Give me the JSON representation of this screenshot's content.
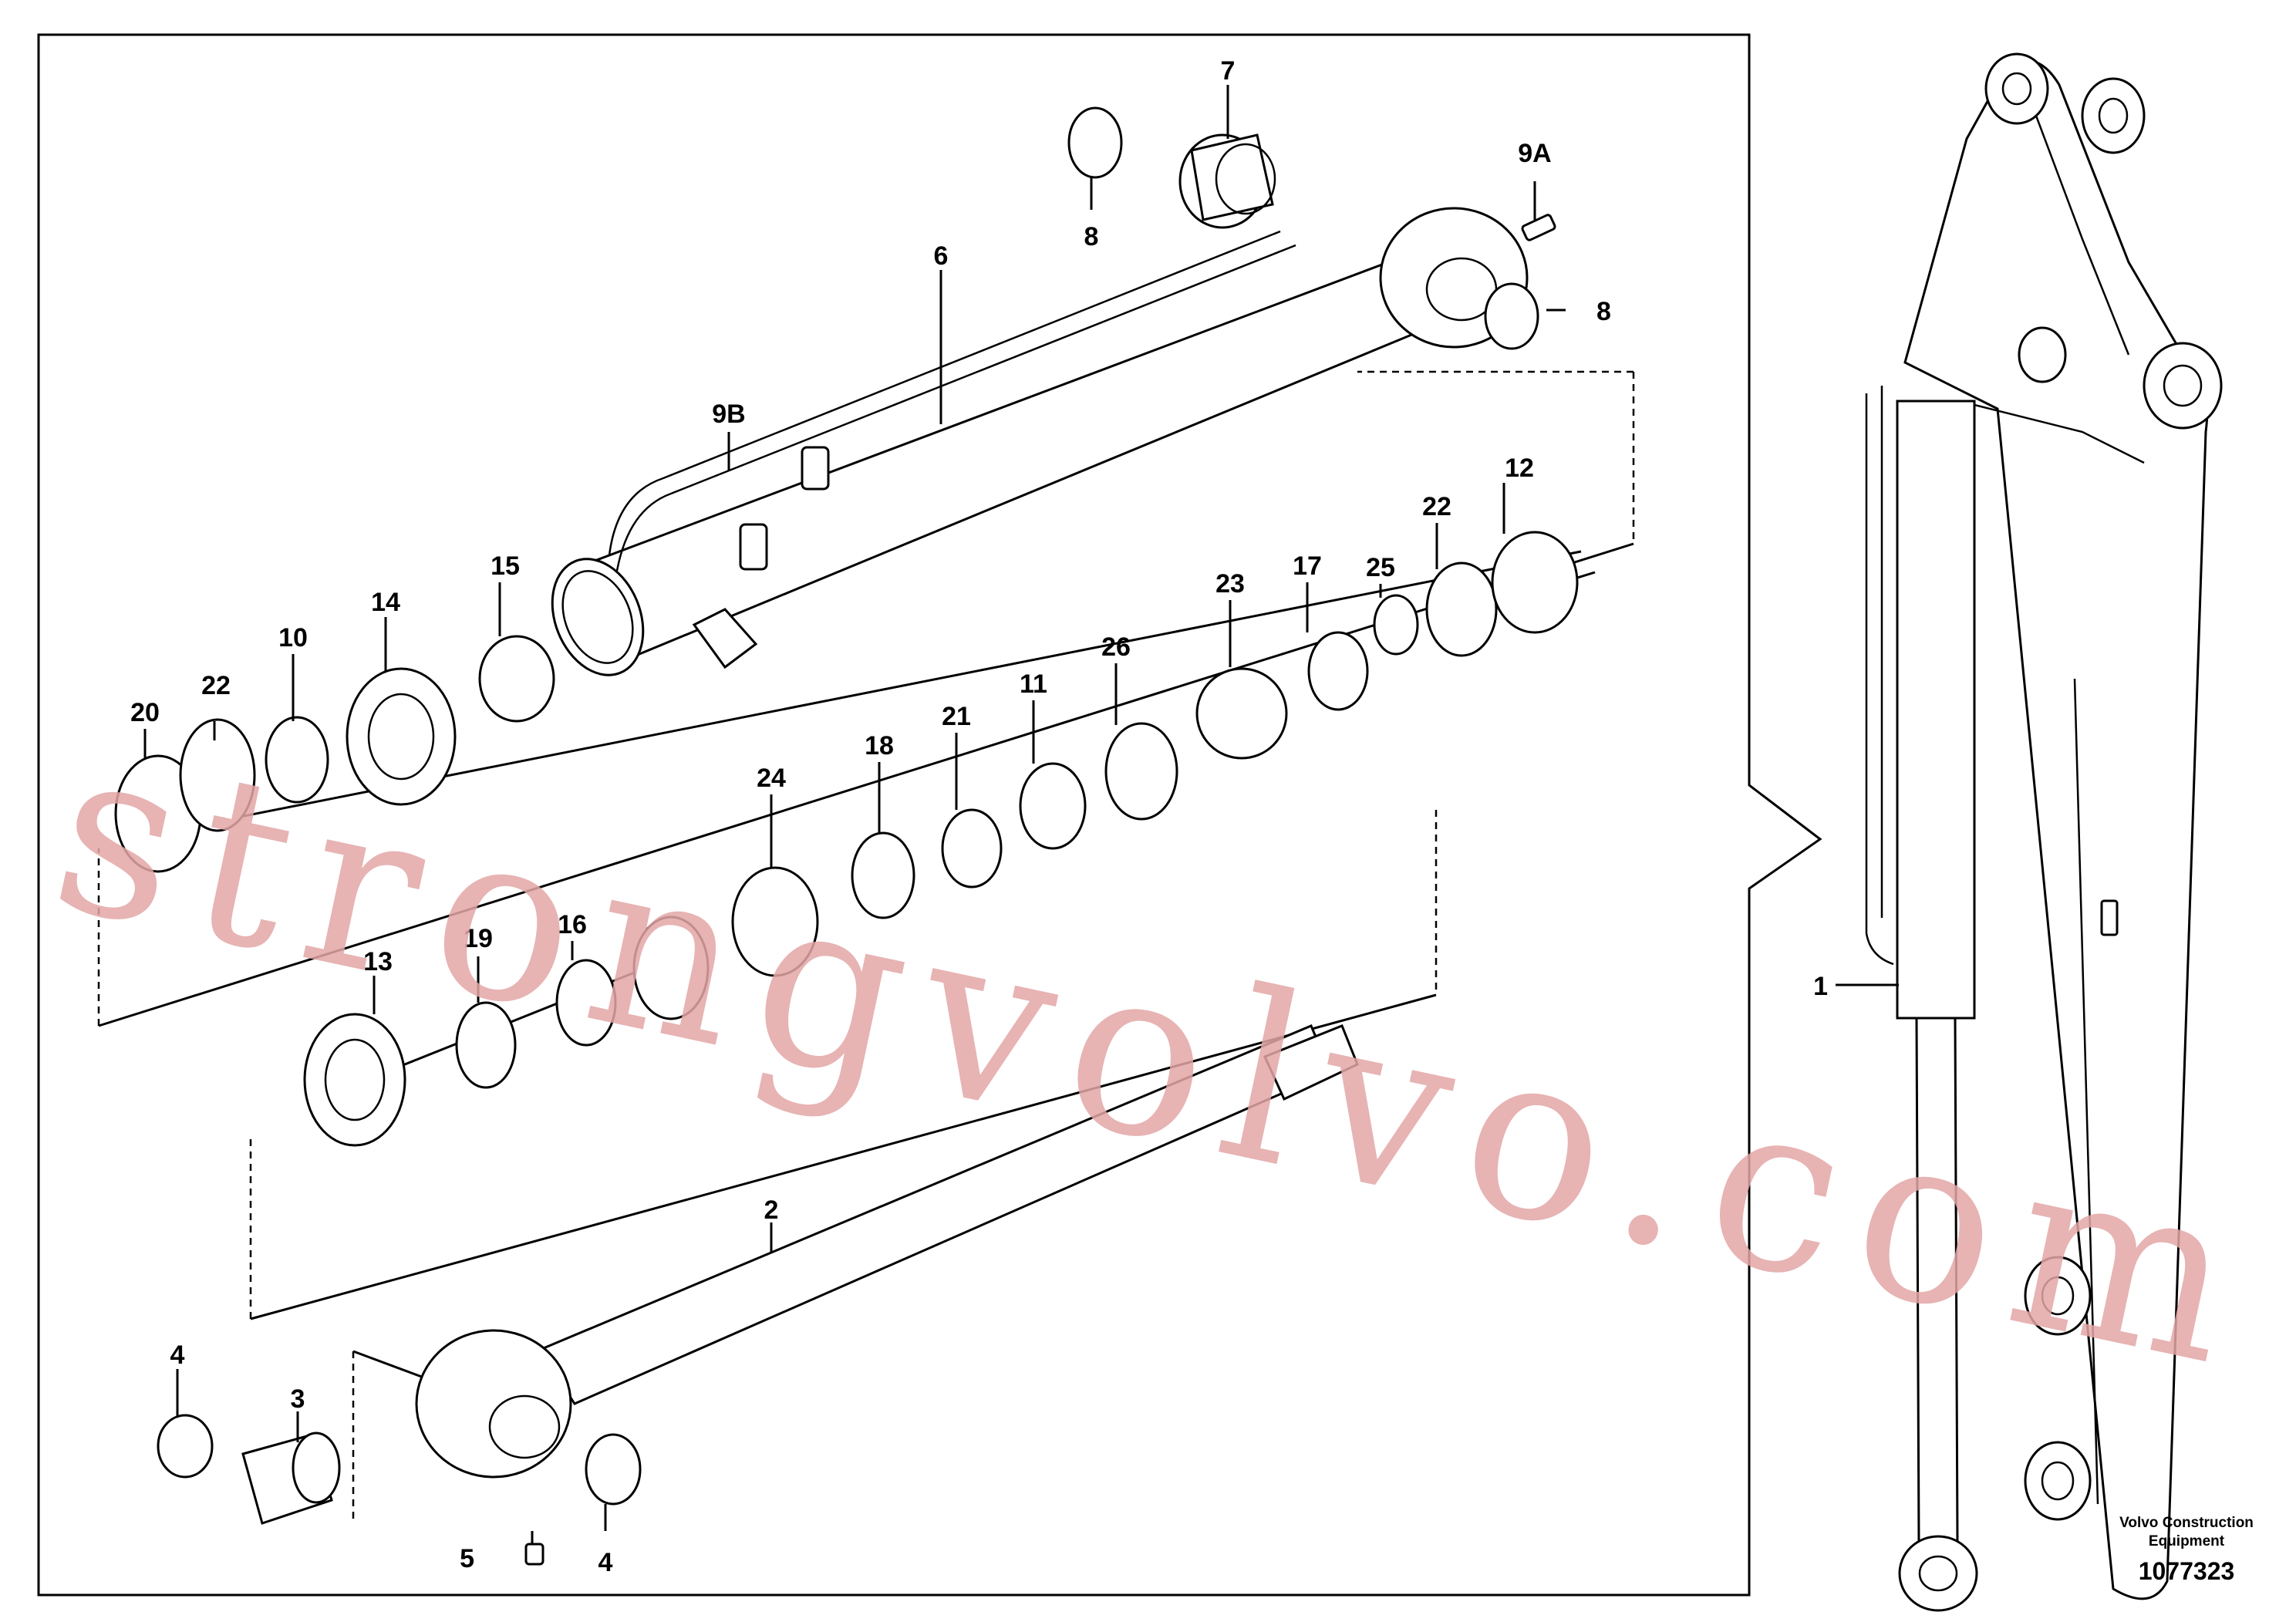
{
  "callouts": {
    "c1": "1",
    "c2": "2",
    "c3": "3",
    "c4a": "4",
    "c4b": "4",
    "c5": "5",
    "c6": "6",
    "c7": "7",
    "c8a": "8",
    "c8b": "8",
    "c9a": "9A",
    "c9b": "9B",
    "c10": "10",
    "c11": "11",
    "c12": "12",
    "c13": "13",
    "c14": "14",
    "c15": "15",
    "c16": "16",
    "c17": "17",
    "c18": "18",
    "c19": "19",
    "c20": "20",
    "c21": "21",
    "c22a": "22",
    "c22b": "22",
    "c23": "23",
    "c24": "24",
    "c25": "25",
    "c26": "26"
  },
  "watermark": "strongvolvo.com",
  "brand": {
    "line1": "Volvo Construction",
    "line2": "Equipment"
  },
  "document_number": "1077323"
}
